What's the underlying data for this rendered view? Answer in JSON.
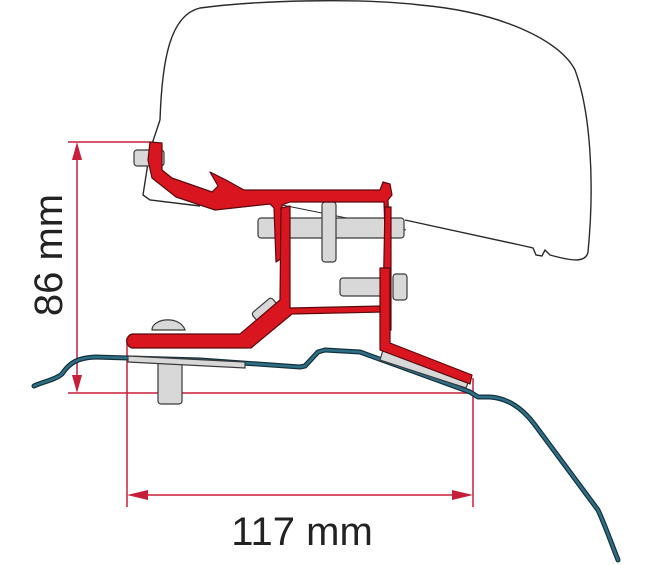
{
  "diagram": {
    "subject": "Awning mounting adapter bracket on vehicle roof profile (cross-section)",
    "dimensions": {
      "height": {
        "value": 86,
        "unit": "mm",
        "label": "86 mm"
      },
      "width": {
        "value": 117,
        "unit": "mm",
        "label": "117 mm"
      }
    },
    "parts": [
      {
        "id": "awning-casing",
        "label": "Awning casing (outline)"
      },
      {
        "id": "mounting-bracket",
        "label": "Adapter bracket (red)"
      },
      {
        "id": "roof-profile",
        "label": "Vehicle roof profile (blue)"
      },
      {
        "id": "bolts",
        "label": "Fixing bolts and nuts (grey)"
      }
    ],
    "colors": {
      "bracket": "#d9161f",
      "bracket_outline": "#5a0a0e",
      "roof": "#2f6f86",
      "roof_outline": "#12303c",
      "dimension": "#c81e3a",
      "hardware": "#d8d8d8",
      "outline": "#2a2a2a"
    }
  }
}
